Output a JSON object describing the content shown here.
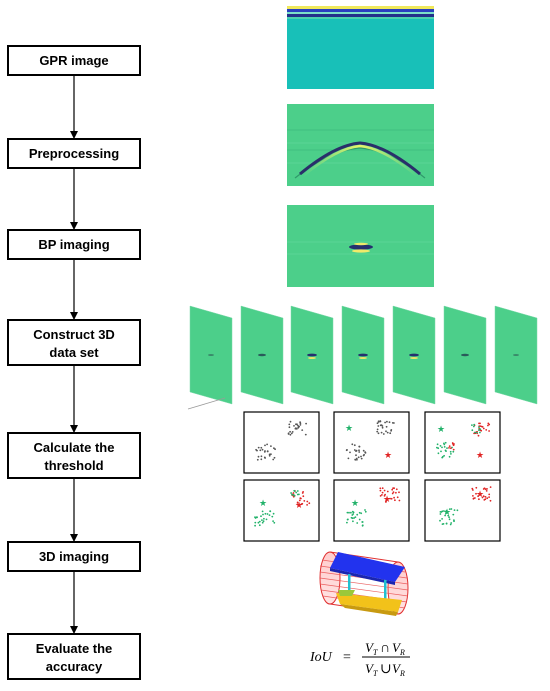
{
  "flowchart": {
    "steps": [
      {
        "lines": [
          "GPR image"
        ]
      },
      {
        "lines": [
          "Preprocessing"
        ]
      },
      {
        "lines": [
          "BP imaging"
        ]
      },
      {
        "lines": [
          "Construct 3D",
          "data set"
        ]
      },
      {
        "lines": [
          "Calculate the",
          "threshold"
        ]
      },
      {
        "lines": [
          "3D imaging"
        ]
      },
      {
        "lines": [
          "Evaluate the",
          "accuracy"
        ]
      }
    ]
  },
  "formula": {
    "lhs": "IoU",
    "eq": "=",
    "num_a": "V",
    "num_a_sub": "T",
    "num_op": "∩",
    "num_b": "V",
    "num_b_sub": "R",
    "den_a": "V",
    "den_a_sub": "T",
    "den_op": "∪",
    "den_b": "V",
    "den_b_sub": "R"
  },
  "colors": {
    "radargram_bg": "#4ccf8a",
    "raw_bg": "#18c0b8",
    "cluster_gray": "#555555",
    "cluster_green": "#22b26a",
    "cluster_red": "#e02424",
    "model_blue": "#2233ee",
    "model_yellow": "#f2c21a",
    "model_red": "#e03030"
  }
}
